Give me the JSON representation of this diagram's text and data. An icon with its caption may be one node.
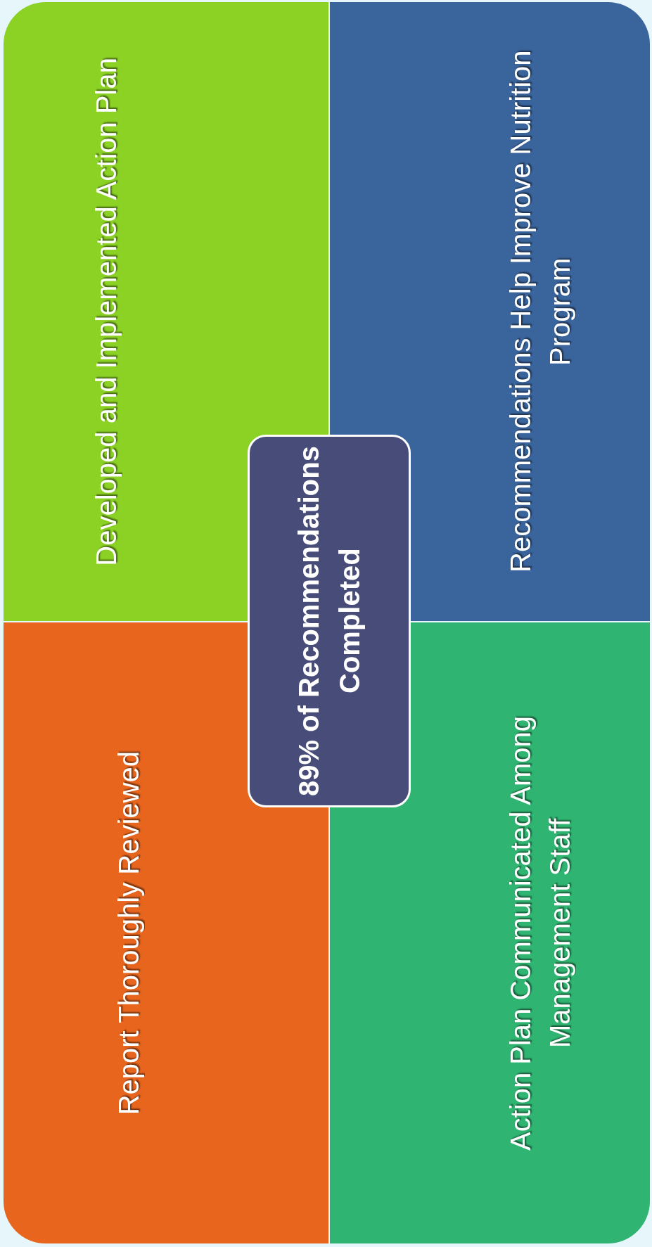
{
  "diagram": {
    "nodes": [
      {
        "text": [
          "Developed and Implemented Action Plan"
        ]
      },
      {
        "text": [
          "Recommendations Help Improve Nutrition Program"
        ]
      },
      {
        "text": [
          "Report Thoroughly Reviewed"
        ]
      },
      {
        "text": [
          "Action Plan Communicated Among Management Staff"
        ]
      },
      {
        "text": [
          "89% of Recommendations Completed"
        ]
      }
    ]
  }
}
